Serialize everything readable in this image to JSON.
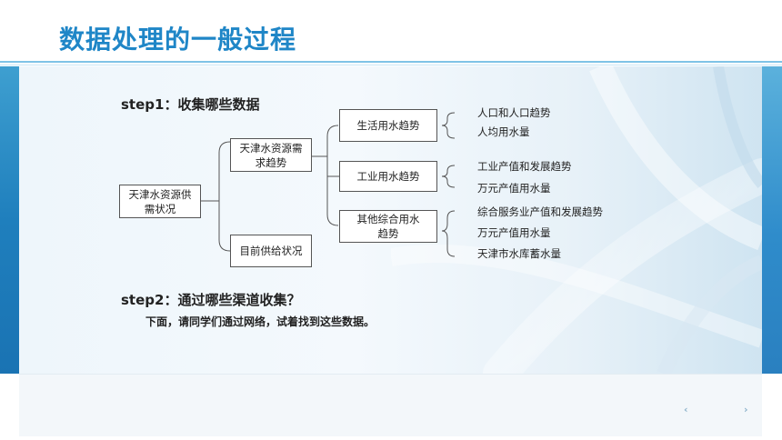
{
  "slide": {
    "title": "数据处理的一般过程",
    "step1": "step1：收集哪些数据",
    "step2": "step2：通过哪些渠道收集？",
    "step2_note": "下面，请同学们通过网络，试着找到这些数据。"
  },
  "diagram": {
    "root": "天津水资源供需状况",
    "branches": [
      {
        "label": "天津水资源需求趋势",
        "children": [
          {
            "label": "生活用水趋势",
            "leaves": [
              "人口和人口趋势",
              "人均用水量"
            ]
          },
          {
            "label": "工业用水趋势",
            "leaves": [
              "工业产值和发展趋势",
              "万元产值用水量"
            ]
          },
          {
            "label": "其他综合用水趋势",
            "leaves": [
              "综合服务业产值和发展趋势",
              "万元产值用水量",
              "天津市水库蓄水量"
            ]
          }
        ]
      },
      {
        "label": "目前供给状况"
      }
    ]
  },
  "footer": {
    "prev_icon": "chevron-left-icon",
    "next_icon": "chevron-right-icon",
    "prev_glyph": "‹",
    "next_glyph": "›"
  },
  "colors": {
    "title": "#1f86c7",
    "accent_band": "#1f7fbd",
    "connector": "#555555"
  }
}
